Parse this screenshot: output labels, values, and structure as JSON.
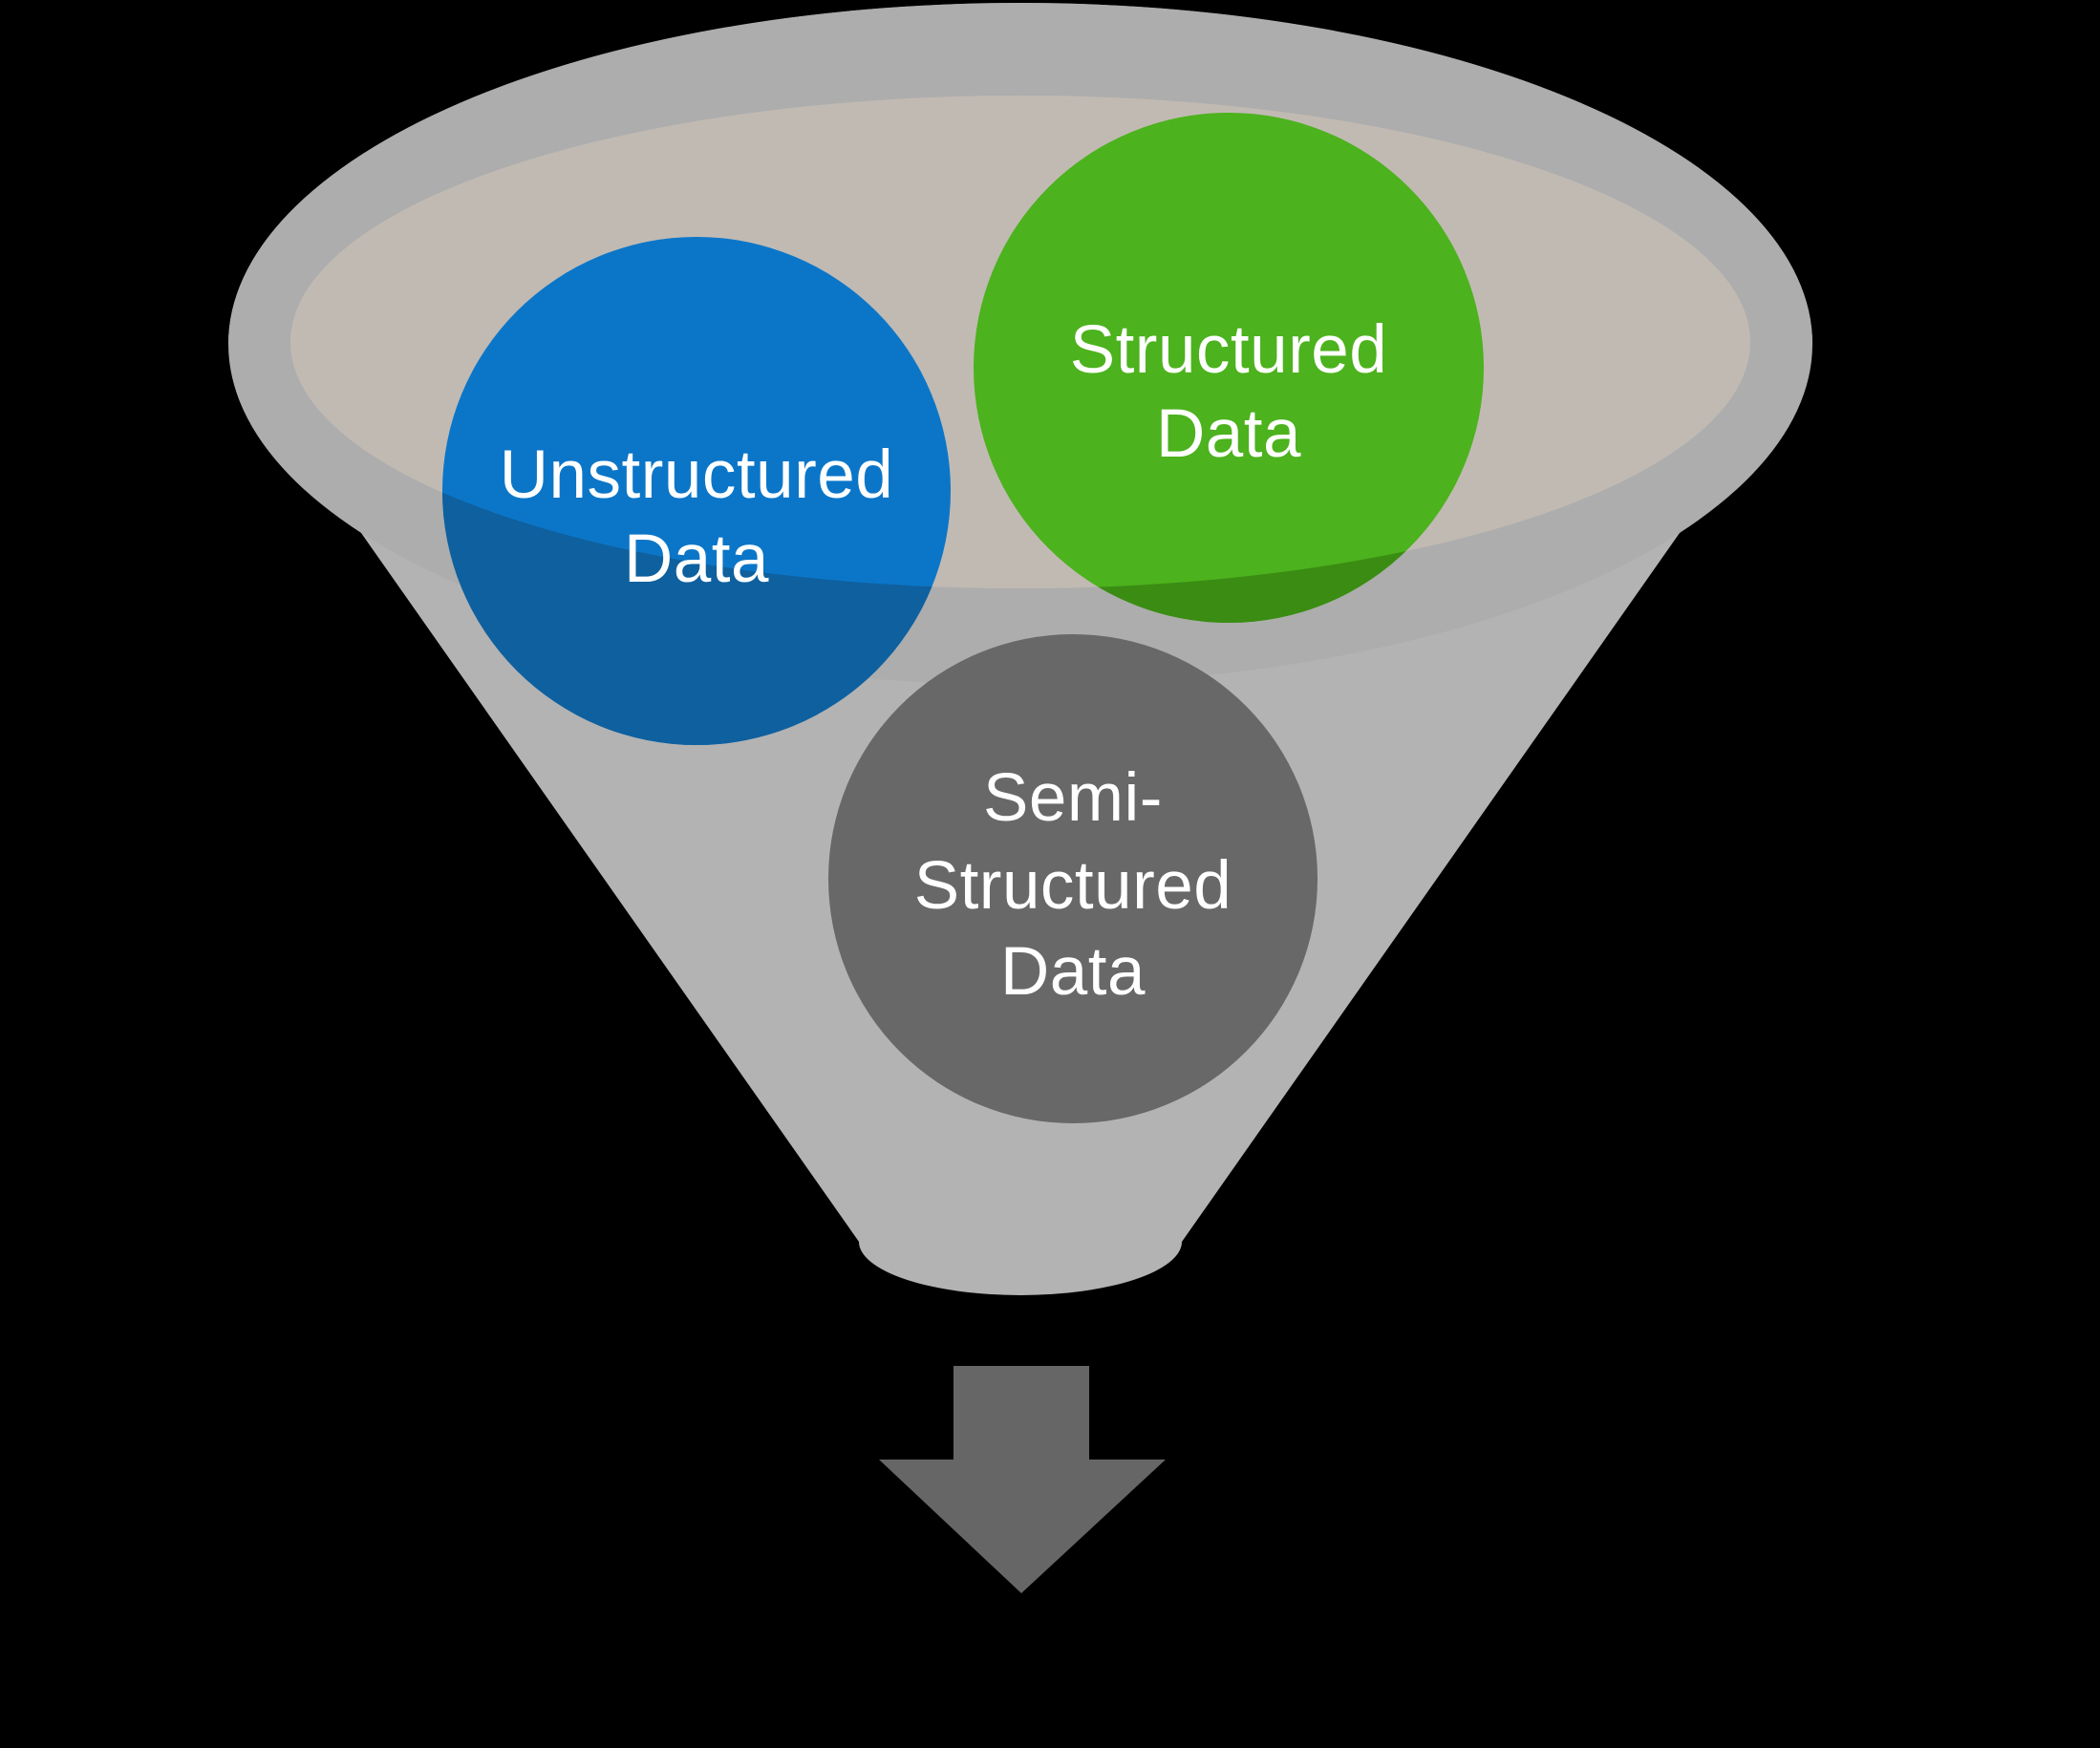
{
  "background_color": "#000000",
  "funnel": {
    "body_color": "#b3b3b3",
    "rim_color": "#adadad",
    "opening_color": "#c1bab3"
  },
  "outflow_arrow": {
    "color": "#666666"
  },
  "bubbles": [
    {
      "id": "unstructured-data",
      "label_lines": [
        "Unstructured",
        "Data"
      ],
      "color": "#0b76c8",
      "shade_color": "#0f609e",
      "text_color": "#ffffff"
    },
    {
      "id": "structured-data",
      "label_lines": [
        "Structured",
        "Data"
      ],
      "color": "#4cb21d",
      "shade_color": "#3a8c13",
      "text_color": "#ffffff"
    },
    {
      "id": "semi-structured-data",
      "label_lines": [
        "Semi-",
        "Structured",
        "Data"
      ],
      "color": "#686868",
      "shade_color": "#686868",
      "text_color": "#ffffff"
    }
  ]
}
